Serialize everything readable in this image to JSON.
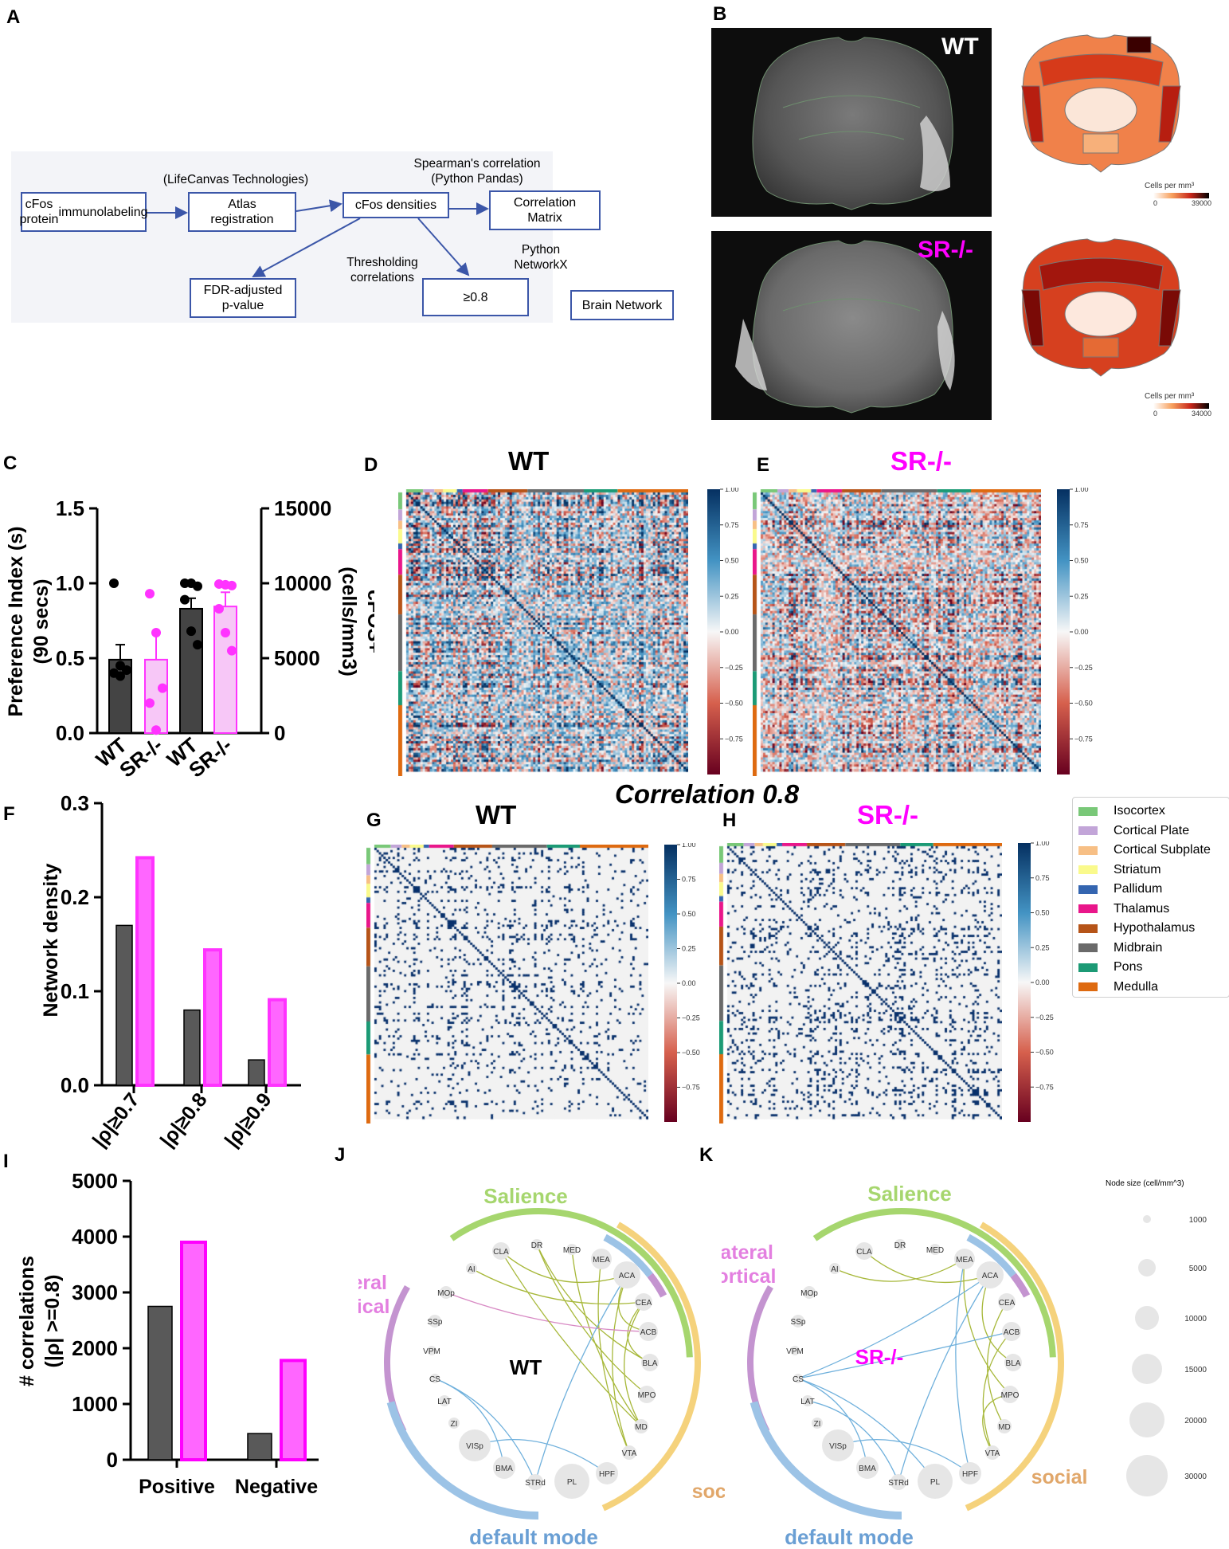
{
  "panel_labels": {
    "A": "A",
    "B": "B",
    "C": "C",
    "D": "D",
    "E": "E",
    "F": "F",
    "G": "G",
    "H": "H",
    "I": "I",
    "J": "J",
    "K": "K"
  },
  "flowchart": {
    "box1": [
      "cFos protein",
      "immunolabeling"
    ],
    "box2": [
      "Atlas",
      "registration"
    ],
    "box3": "cFos densities",
    "box4": [
      "Correlation",
      "Matrix"
    ],
    "box5": [
      "FDR-adjusted",
      "p-value"
    ],
    "box6": "≥0.8",
    "box7": "Brain Network",
    "lbl_lifecanvas": "(LifeCanvas Technologies)",
    "lbl_spearman": [
      "Spearman's correlation",
      "(Python Pandas)"
    ],
    "lbl_threshold": [
      "Thresholding",
      "correlations"
    ],
    "lbl_networkx": [
      "Python",
      "NetworkX"
    ]
  },
  "panel_b": {
    "wt": "WT",
    "sr": "SR-/-",
    "cb_title": "Cells per mm³",
    "wt_min": "0",
    "wt_max": "39000",
    "sr_min": "0",
    "sr_max": "34000"
  },
  "chart_data": [
    {
      "type": "bar",
      "panel": "C",
      "categories": [
        "WT",
        "SR-/-",
        "WT",
        "SR-/-"
      ],
      "values": [
        0.49,
        0.49,
        8300,
        8450
      ],
      "errors": [
        0.1,
        0.18,
        700,
        950
      ],
      "points": [
        [
          1.0,
          0.45,
          0.42,
          0.4,
          0.38
        ],
        [
          0.93,
          0.67,
          0.3,
          0.2,
          0.02
        ],
        [
          10000,
          10000,
          9800,
          8900,
          6800,
          5900
        ],
        [
          9950,
          9900,
          9850,
          8300,
          6700,
          5500
        ]
      ],
      "left_axis": {
        "label": [
          "Preference Index (s)",
          "(90 secs)"
        ],
        "ylim": [
          0,
          1.5
        ],
        "ticks": [
          "0.0",
          "0.5",
          "1.0",
          "1.5"
        ]
      },
      "right_axis": {
        "label": [
          "cFOS+",
          "(cells/mm3)"
        ],
        "ylim": [
          0,
          15000
        ],
        "ticks": [
          "0",
          "5000",
          "10000",
          "15000"
        ]
      },
      "colors": [
        "#000000",
        "#ff33ff",
        "#000000",
        "#ff33ff"
      ]
    },
    {
      "type": "heatmap",
      "panel": "D",
      "title": "WT",
      "vmin": -1,
      "vmax": 1,
      "ticks": [
        "1.00",
        "0.75",
        "0.50",
        "0.25",
        "0.00",
        "−0.25",
        "−0.50",
        "−0.75"
      ]
    },
    {
      "type": "heatmap",
      "panel": "E",
      "title": "SR-/-",
      "vmin": -1,
      "vmax": 1,
      "ticks": [
        "1.00",
        "0.75",
        "0.50",
        "0.25",
        "0.00",
        "−0.25",
        "−0.50",
        "−0.75"
      ]
    },
    {
      "type": "bar",
      "panel": "F",
      "categories": [
        "|ρ|≥0.7",
        "|ρ|≥0.8",
        "|ρ|≥0.9"
      ],
      "series": [
        {
          "values": [
            0.17,
            0.08,
            0.027
          ],
          "color": "#595959"
        },
        {
          "values": [
            0.242,
            0.144,
            0.091
          ],
          "color": "#ff66ff"
        }
      ],
      "ylabel": "Network density",
      "ylim": [
        0,
        0.3
      ],
      "yticks": [
        "0.0",
        "0.1",
        "0.2",
        "0.3"
      ]
    },
    {
      "type": "heatmap",
      "panel": "G",
      "title": "WT",
      "threshold": 0.8,
      "ticks": [
        "1.00",
        "0.75",
        "0.50",
        "0.25",
        "0.00",
        "−0.25",
        "−0.50",
        "−0.75"
      ]
    },
    {
      "type": "heatmap",
      "panel": "H",
      "title": "SR-/-",
      "threshold": 0.8,
      "ticks": [
        "1.00",
        "0.75",
        "0.50",
        "0.25",
        "0.00",
        "−0.25",
        "−0.50",
        "−0.75"
      ]
    },
    {
      "type": "bar",
      "panel": "I",
      "categories": [
        "Positive",
        "Negative"
      ],
      "series": [
        {
          "values": [
            2750,
            470
          ],
          "color": "#595959"
        },
        {
          "values": [
            3900,
            1780
          ],
          "color": "#ff66ff"
        }
      ],
      "ylabel": [
        "# correlations",
        "(|ρ| >=0.8)"
      ],
      "ylim": [
        0,
        5000
      ],
      "yticks": [
        "0",
        "1000",
        "2000",
        "3000",
        "4000",
        "5000"
      ]
    }
  ],
  "correlation_title": "Correlation 0.8",
  "region_legend": [
    {
      "label": "Isocortex",
      "color": "#79c878"
    },
    {
      "label": "Cortical Plate",
      "color": "#c2a5d8"
    },
    {
      "label": "Cortical Subplate",
      "color": "#f7bf85"
    },
    {
      "label": "Striatum",
      "color": "#fafa8c"
    },
    {
      "label": "Pallidum",
      "color": "#3465b0"
    },
    {
      "label": "Thalamus",
      "color": "#e9168a"
    },
    {
      "label": "Hypothalamus",
      "color": "#b65418"
    },
    {
      "label": "Midbrain",
      "color": "#6a6a6a"
    },
    {
      "label": "Pons",
      "color": "#1c9a75"
    },
    {
      "label": "Medulla",
      "color": "#de6a10"
    }
  ],
  "network": {
    "salience": "Salience",
    "lateral": [
      "Lateral",
      "cortical"
    ],
    "social": "social",
    "default_mode": "default mode",
    "wt_center": "WT",
    "sr_center": "SR-/-",
    "nodes": [
      "AI",
      "CLA",
      "DR",
      "MED",
      "MEA",
      "ACA",
      "CEA",
      "ACB",
      "BLA",
      "MPO",
      "MD",
      "VTA",
      "HPF",
      "PL",
      "STRd",
      "BMA",
      "VISp",
      "ZI",
      "LAT",
      "CS",
      "VPM",
      "SSp",
      "MOp"
    ],
    "node_size_title": "Node size (cell/mm^3)",
    "node_sizes": [
      "1000",
      "5000",
      "10000",
      "15000",
      "20000",
      "30000"
    ],
    "colors": {
      "salience": "#a6d66e",
      "lateral": "#c494d0",
      "social": "#f5d27c",
      "default": "#9cc3e6",
      "edge_green": "#a7b83a",
      "edge_blue": "#6fb0dc",
      "edge_pink": "#d88ac4"
    }
  }
}
